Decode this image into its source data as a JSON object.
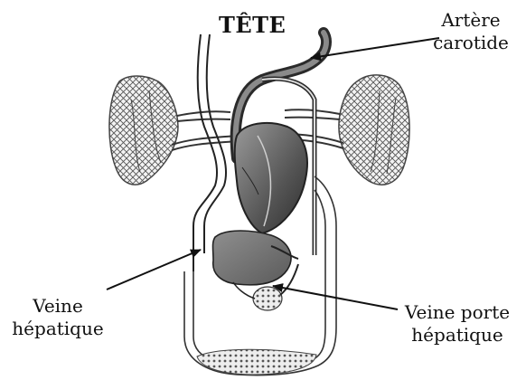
{
  "diagram": {
    "title": "TÊTE",
    "labels": {
      "artere_carotide": [
        "Artère",
        "carotide"
      ],
      "veine_hepatique": [
        "Veine",
        "hépatique"
      ],
      "veine_porte_hepatique": [
        "Veine porte",
        "hépatique"
      ]
    },
    "colors": {
      "ink": "#111111",
      "organ_fill": "#777777",
      "organ_dark": "#3a3a3a",
      "background": "#ffffff"
    }
  }
}
